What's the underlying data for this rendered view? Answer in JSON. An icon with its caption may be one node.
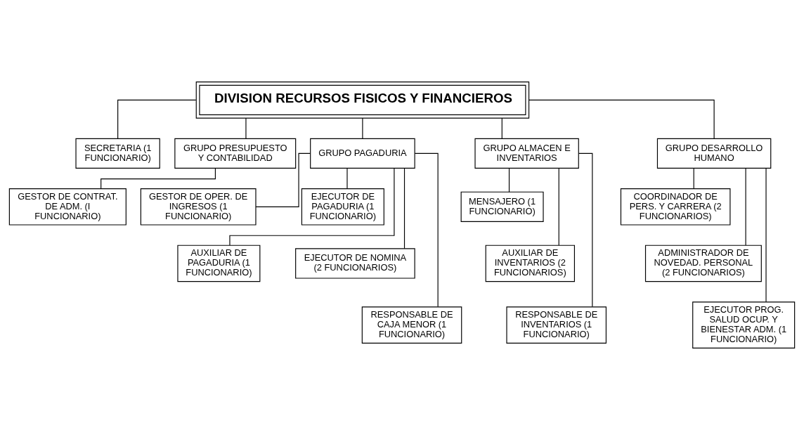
{
  "diagram": {
    "nodes": [
      {
        "text": [
          "DIVISION RECURSOS FISICOS Y FINANCIEROS"
        ]
      },
      {
        "text": [
          "SECRETARIA (1 FUNCIONARIO)"
        ]
      },
      {
        "text": [
          "GRUPO PRESUPUESTO Y CONTABILIDAD"
        ]
      },
      {
        "text": [
          "GRUPO PAGADURIA"
        ]
      },
      {
        "text": [
          "GRUPO ALMACEN E INVENTARIOS"
        ]
      },
      {
        "text": [
          "GRUPO DESARROLLO HUMANO"
        ]
      },
      {
        "text": [
          "GESTOR DE CONTRAT. DE ADM. (I FUNCIONARIO)"
        ]
      },
      {
        "text": [
          "GESTOR DE OPER. DE INGRESOS (1 FUNCIONARIO)"
        ]
      },
      {
        "text": [
          "EJECUTOR DE PAGADURIA (1 FUNCIONARIO)"
        ]
      },
      {
        "text": [
          "AUXILIAR DE PAGADURIA (1 FUNCIONARIO)"
        ]
      },
      {
        "text": [
          "EJECUTOR DE NOMINA (2 FUNCIONARIOS)"
        ]
      },
      {
        "text": [
          "RESPONSABLE DE CAJA MENOR (1 FUNCIONARIO)"
        ]
      },
      {
        "text": [
          "MENSAJERO (1 FUNCIONARIO)"
        ]
      },
      {
        "text": [
          "AUXILIAR DE INVENTARIOS (2 FUNCIONARIOS)"
        ]
      },
      {
        "text": [
          "RESPONSABLE DE INVENTARIOS (1 FUNCIONARIO)"
        ]
      },
      {
        "text": [
          "COORDINADOR DE PERS. Y CARRERA (2 FUNCIONARIOS)"
        ]
      },
      {
        "text": [
          "ADMINISTRADOR DE NOVEDAD. PERSONAL (2 FUNCIONARIOS)"
        ]
      },
      {
        "text": [
          "EJECUTOR PROG. SALUD OCUP. Y BIENESTAR ADM. (1 FUNCIONARIO)"
        ]
      }
    ],
    "edges": [
      {
        "from": 0,
        "to": 1,
        "arrow": "none"
      },
      {
        "from": 0,
        "to": 2,
        "arrow": "none"
      },
      {
        "from": 0,
        "to": 3,
        "arrow": "none"
      },
      {
        "from": 0,
        "to": 4,
        "arrow": "none"
      },
      {
        "from": 0,
        "to": 5,
        "arrow": "none"
      },
      {
        "from": 2,
        "to": 6,
        "arrow": "none"
      },
      {
        "from": 3,
        "to": 7,
        "arrow": "none"
      },
      {
        "from": 3,
        "to": 8,
        "arrow": "none"
      },
      {
        "from": 3,
        "to": 9,
        "arrow": "none"
      },
      {
        "from": 3,
        "to": 10,
        "arrow": "none"
      },
      {
        "from": 3,
        "to": 11,
        "arrow": "none"
      },
      {
        "from": 4,
        "to": 12,
        "arrow": "none"
      },
      {
        "from": 4,
        "to": 13,
        "arrow": "none"
      },
      {
        "from": 4,
        "to": 14,
        "arrow": "none"
      },
      {
        "from": 5,
        "to": 15,
        "arrow": "none"
      },
      {
        "from": 5,
        "to": 16,
        "arrow": "none"
      },
      {
        "from": 5,
        "to": 17,
        "arrow": "none"
      }
    ]
  }
}
